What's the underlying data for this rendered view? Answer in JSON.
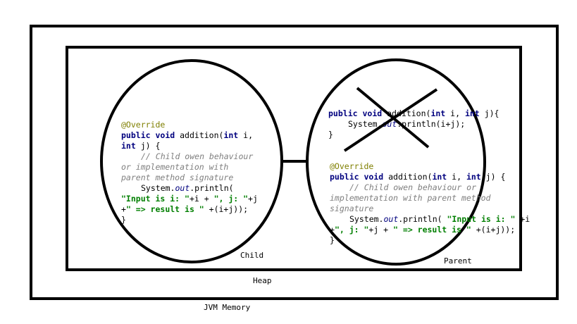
{
  "labels": {
    "jvm_memory": "JVM Memory",
    "heap": "Heap",
    "child": "Child",
    "parent": "Parent"
  },
  "child_code": {
    "annotation": "@Override",
    "kw_public": "public",
    "kw_void": "void",
    "method_open": "addition(",
    "kw_int": "int",
    "param_i": "i,",
    "param_j": "j) {",
    "comment1": "// Child owen behaviour",
    "comment2": "or implementation with",
    "comment3": "parent method signature",
    "sys_prefix": "System.",
    "sys_out": "out",
    "sys_println": ".println(",
    "str_input": "\"Input is i: \"",
    "concat_i": "+i + ",
    "str_j": "\", j: \"",
    "concat_j": "+j",
    "plus": "+",
    "str_result": "\" => result is \"",
    "concat_end": "+(i+j));",
    "close": "}"
  },
  "parent_old_code": {
    "kw_public": "public",
    "kw_void": "void",
    "method_open": "addition(",
    "kw_int": "int",
    "param_i": "i,",
    "param_j": "j){",
    "sys_prefix": "System.",
    "sys_out": "out",
    "sys_println": ".println(i+j);",
    "close": "}"
  },
  "parent_new_code": {
    "annotation": "@Override",
    "kw_public": "public",
    "kw_void": "void",
    "method_open": "addition(",
    "kw_int": "int",
    "param_i": "i,",
    "param_j": "j) {",
    "comment1": "// Child owen behaviour or",
    "comment2": "implementation with parent method",
    "comment3": "signature",
    "sys_prefix": "System.",
    "sys_out": "out",
    "sys_println": ".println( ",
    "str_input": "\"Input is i: \"",
    "concat_i": "+i",
    "plus": "+",
    "str_j": "\", j: \"",
    "concat_j": "+j +",
    "str_result": "\" => result is \"",
    "concat_end": " +(i+j));",
    "close": "}"
  }
}
